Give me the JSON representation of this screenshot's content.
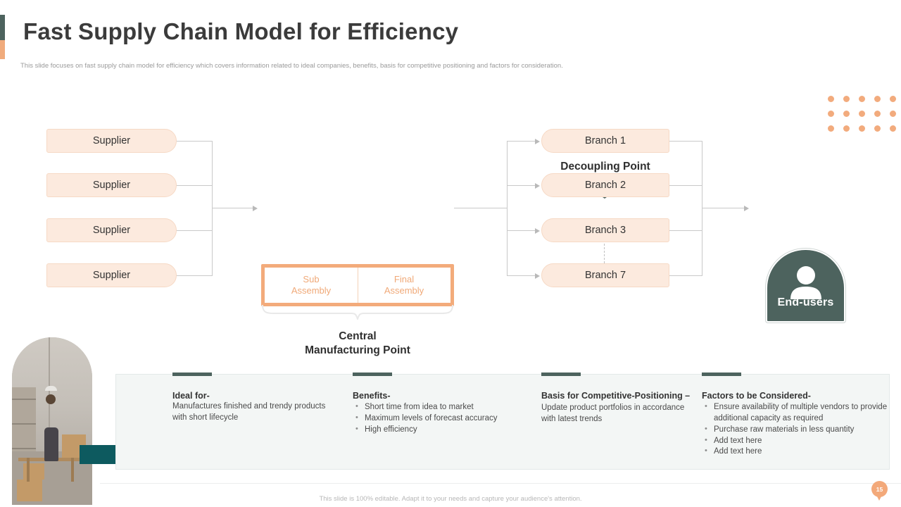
{
  "header": {
    "title": "Fast Supply Chain Model for Efficiency",
    "subtitle": "This slide focuses on fast supply chain model for efficiency which covers information related to ideal companies, benefits, basis for competitive positioning and factors for consideration.",
    "accent_top_color": "#4d635e",
    "accent_bottom_color": "#f0ab7c"
  },
  "diagram": {
    "suppliers": [
      {
        "label": "Supplier"
      },
      {
        "label": "Supplier"
      },
      {
        "label": "Supplier"
      },
      {
        "label": "Supplier"
      }
    ],
    "central": {
      "cells": [
        {
          "line1": "Sub",
          "line2": "Assembly"
        },
        {
          "line1": "Final",
          "line2": "Assembly"
        }
      ],
      "caption_line1": "Central",
      "caption_line2": "Manufacturing Point",
      "border_color": "#f3ab7b"
    },
    "decoupling": {
      "label": "Decoupling Point",
      "chevron_color": "#4d635e"
    },
    "branches": [
      {
        "label": "Branch 1"
      },
      {
        "label": "Branch 2"
      },
      {
        "label": "Branch 3"
      },
      {
        "label": "Branch 7"
      }
    ],
    "end_node": {
      "label": "End-users",
      "icon": "user-icon",
      "color": "#4d635e"
    },
    "pill_fill": "#fceade",
    "pill_border": "#f6d9c5",
    "connector_color": "#c9c9c9"
  },
  "panel": {
    "tab_color": "#4d635e",
    "columns": [
      {
        "heading": "Ideal for-",
        "body": "Manufactures finished and trendy products with short lifecycle",
        "bullets": []
      },
      {
        "heading": "Benefits-",
        "body": "",
        "bullets": [
          "Short time from idea to market",
          "Maximum levels of forecast accuracy",
          "High efficiency"
        ]
      },
      {
        "heading": "Basis for Competitive-Positioning –",
        "body": "Update product portfolios in accordance with latest trends",
        "bullets": []
      },
      {
        "heading": "Factors to be Considered-",
        "body": "",
        "bullets": [
          "Ensure availability of multiple vendors to provide additional capacity as required",
          "Purchase raw materials in less quantity",
          "Add text here",
          "Add text here"
        ]
      }
    ]
  },
  "footer": {
    "note": "This slide is 100% editable.  Adapt it to your needs and capture your audience's attention.",
    "page_number": "15"
  },
  "decor": {
    "dot_color": "#f2ab7d",
    "dot_rows": 3,
    "dot_cols": 5
  }
}
